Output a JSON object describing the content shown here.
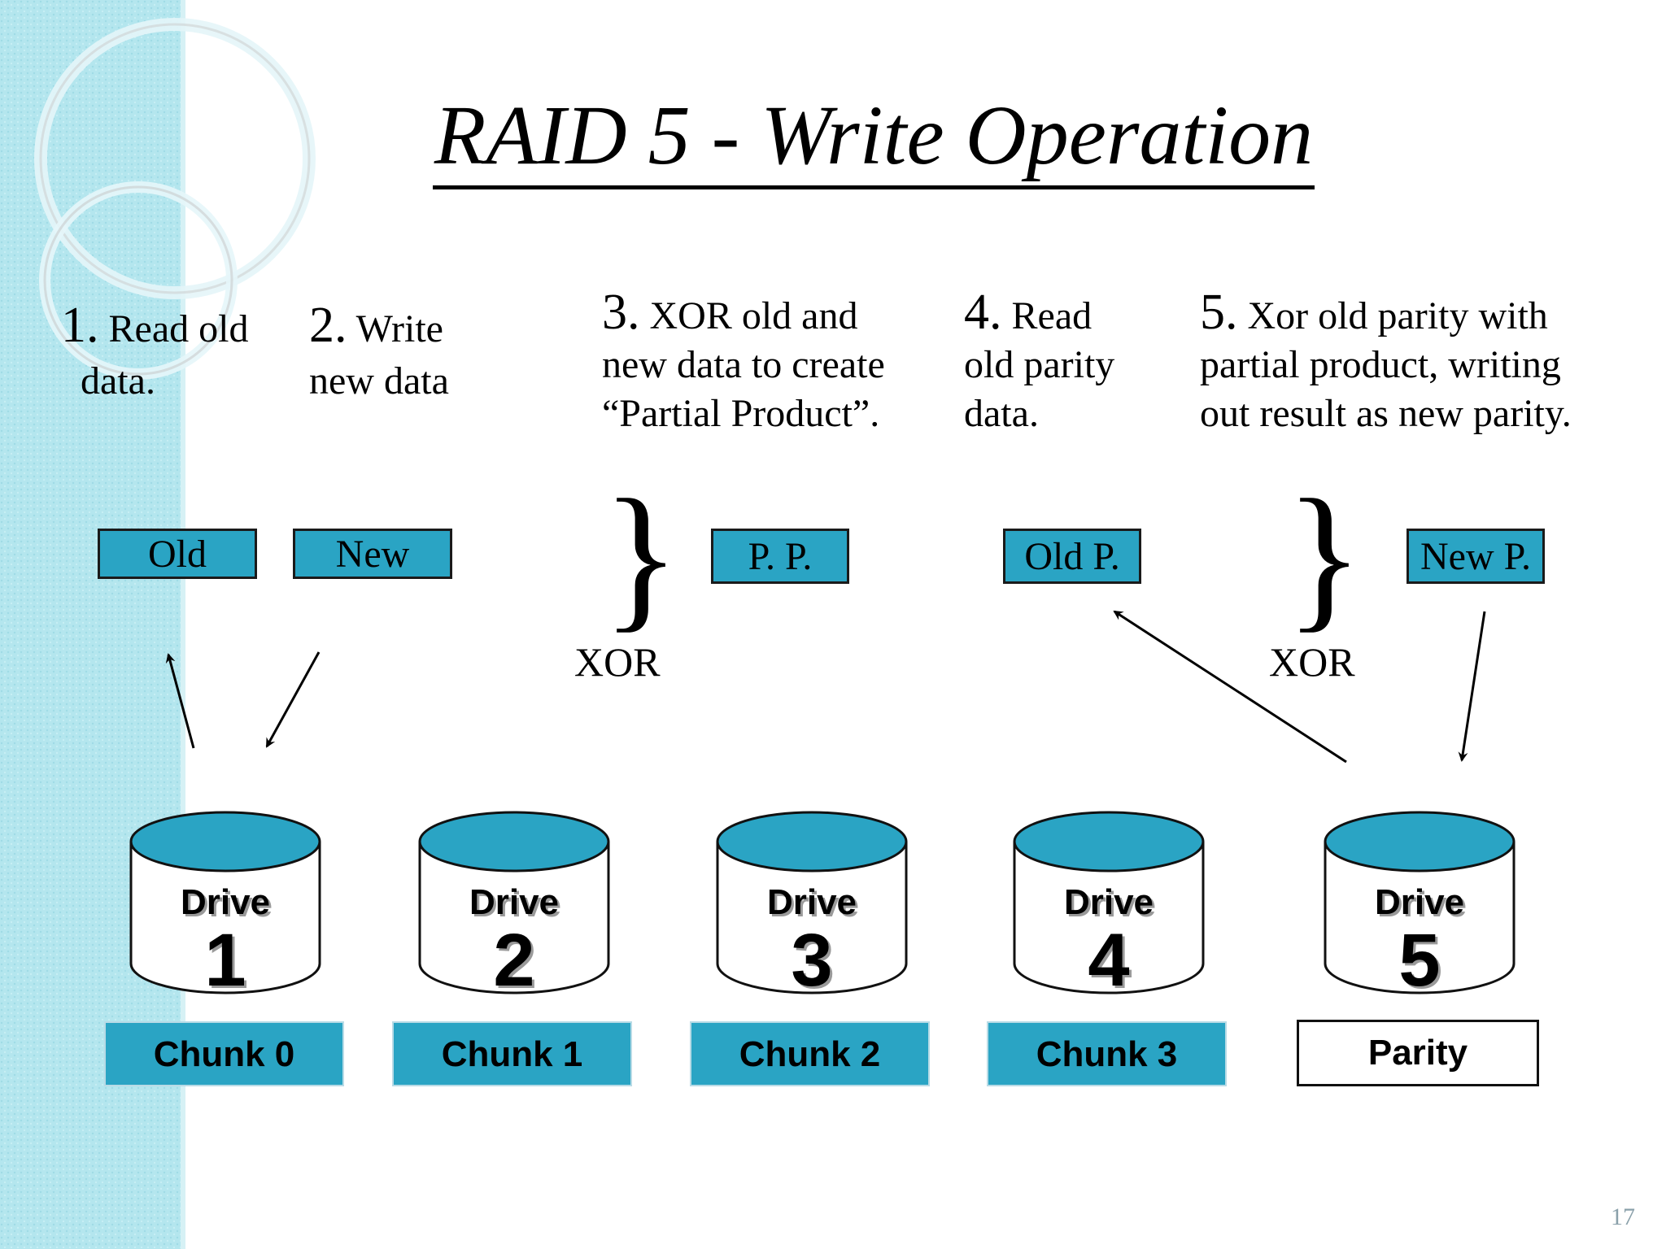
{
  "title": "RAID 5 - Write Operation",
  "steps": [
    {
      "num": "1.",
      "line1": "Read old",
      "line2": "data.",
      "line3": ""
    },
    {
      "num": "2.",
      "line1": "Write",
      "line2": "new data",
      "line3": ""
    },
    {
      "num": "3.",
      "line1": "XOR old and",
      "line2": "new data to create",
      "line3": "“Partial Product”."
    },
    {
      "num": "4.",
      "line1": "Read",
      "line2": "old parity",
      "line3": "data."
    },
    {
      "num": "5.",
      "line1": "Xor old parity with",
      "line2": "partial product, writing",
      "line3": "out result as new parity."
    }
  ],
  "boxes": {
    "old": "Old",
    "new": "New",
    "pp": "P. P.",
    "old_p": "Old P.",
    "new_p": "New P."
  },
  "xor_labels": [
    "XOR",
    "XOR"
  ],
  "brace_glyph": "}",
  "drives": [
    {
      "word": "Drive",
      "num": "1",
      "chunk": "Chunk 0"
    },
    {
      "word": "Drive",
      "num": "2",
      "chunk": "Chunk 1"
    },
    {
      "word": "Drive",
      "num": "3",
      "chunk": "Chunk 2"
    },
    {
      "word": "Drive",
      "num": "4",
      "chunk": "Chunk 3"
    },
    {
      "word": "Drive",
      "num": "5",
      "chunk": "Parity"
    }
  ],
  "page_number": "17",
  "colors": {
    "accent": "#2aa4c4",
    "sidebar": "#aee4ec",
    "text": "#000000"
  }
}
